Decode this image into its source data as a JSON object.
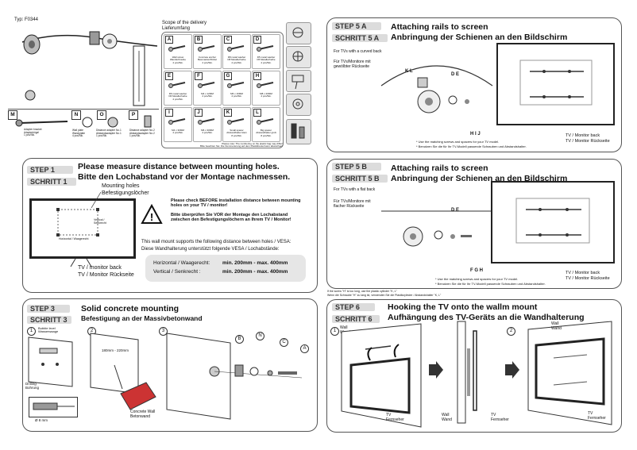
{
  "typ": "Typ: F0344",
  "scope": {
    "title": "Scope of the delivery",
    "subtitle": "Lieferumfang",
    "items": [
      {
        "letter": "A",
        "text": "Wall screw\nWandschraube\n4 pcs/Stk."
      },
      {
        "letter": "B",
        "text": "Concrete anchor\nBetonanker/Dübel\n4 pcs/Stk."
      },
      {
        "letter": "C",
        "text": "D8 metal washer\nD8 Metallscheibe\n4 pcs/Stk."
      },
      {
        "letter": "D",
        "text": "D5 metal washer\nD5 Metallscheibe\n4 pcs/Stk."
      },
      {
        "letter": "E",
        "text": "D6 metal washer\nD6 Metallscheibe\n4 pcs/Stk."
      },
      {
        "letter": "F",
        "text": "M4 x 12MM\n4 pcs/Stk."
      },
      {
        "letter": "G",
        "text": "M6 x 16MM\n4 pcs/Stk."
      },
      {
        "letter": "H",
        "text": "M8 x 20MM\n4 pcs/Stk."
      },
      {
        "letter": "I",
        "text": "M4 x 30MM\n4 pcs/Stk."
      },
      {
        "letter": "J",
        "text": "M6 x 30MM\n4 pcs/Stk."
      },
      {
        "letter": "K",
        "text": "Small spacer\nAbstandhalter klein\n8 pcs/Stk."
      },
      {
        "letter": "L",
        "text": "Big spacer\nAbstandhalter groß\n8 pcs/Stk."
      },
      {
        "letter": "M",
        "text": "Adapter bracket\nAdapterbügel\n1 pcs/Stk."
      },
      {
        "letter": "N",
        "text": "Wall plate\nWandplatte\n4 pcs/Stk."
      },
      {
        "letter": "O",
        "text": "Distance adapter No.1\nAbstandsadapter No.1\n1 pcs/Stk."
      },
      {
        "letter": "P",
        "text": "Distance adapter No.2\nAbstandsadapter No.2\n1 pcs/Stk."
      }
    ],
    "note": "Please note: The numbering on the plastic bag may differ!\nBitte beachten Sie: Die Nummerierung auf dem Plastikbeutel kann abweichen!"
  },
  "step1": {
    "label_en": "STEP 1",
    "label_de": "SCHRITT 1",
    "title_en": "Please measure distance between mounting holes.",
    "title_de": "Bitte den Lochabstand vor der Montage nachmessen.",
    "holes_en": "Mounting holes",
    "holes_de": "Befestigungslöcher",
    "vertical": "Vertical /\nSenkrecht",
    "horizontal": "Horizontal / Waagerecht",
    "tv_en": "TV / monitor back",
    "tv_de": "TV / Monitor Rückseite",
    "warn_en": "Please check BEFORE installation distance between mounting holes on your TV / monitor!",
    "warn_de": "Bitte überprüfen Sie VOR der Montage den Lochabstand zwischen den Befestigungslöchern an Ihrem TV / Monitor!",
    "support_en": "This wall mount supports the following distance between holes / VESA:",
    "support_de": "Diese Wandhalterung unterstützt folgende VESA / Lochabstände:",
    "h_label": "Horizontal / Waagerecht:",
    "h_value": "min. 200mm - max. 400mm",
    "v_label": "Vertical / Senkrecht :",
    "v_value": "min. 200mm - max. 400mm"
  },
  "step3": {
    "label_en": "STEP 3",
    "label_de": "SCHRITT 3",
    "title_en": "Solid concrete mounting",
    "title_de": "Befestigung an der Massivbetonwand",
    "num1": "1",
    "num2": "2",
    "num3": "3",
    "bubble": "Bubble level\nWasserwaage",
    "drilling": "Drilling\nBohrung",
    "diameter": "Ø 8 mm",
    "dist": "180mm - 220mm",
    "wall": "Concrete Wall\nBetonwand",
    "parts": [
      "B",
      "N",
      "C",
      "A"
    ]
  },
  "step5a": {
    "label_en": "STEP 5 A",
    "label_de": "SCHRITT 5 A",
    "title_en": "Attaching rails to screen",
    "title_de": "Anbringung der Schienen an den Bildschirm",
    "for_en": "For TVs with a curved back",
    "for_de": "Für TVs/Monitore mit\ngewölbter Rückseite",
    "parts_top": "K L",
    "parts_de": "D E",
    "parts_bottom": "H I J",
    "note_en": "* Use the matching screws and spacers for your TV model.",
    "note_de": "* Benutzen Sie die für Ihr TV-Modell passende Schrauben und Abstandshalter.",
    "tv_en": "TV / Monitor back",
    "tv_de": "TV / Monitor Rückseite"
  },
  "step5b": {
    "label_en": "STEP 5 B",
    "label_de": "SCHRITT 5 B",
    "title_en": "Attaching rails to screen",
    "title_de": "Anbringung der Schienen an den Bildschirm",
    "for_en": "For TVs with a flat back",
    "for_de": "Für TVs/Monitore mit\nflacher Rückseite",
    "parts_top": "D E",
    "parts_bottom": "F G H",
    "note_en": "* Use the matching screws and spacers for your TV model.",
    "note_de": "* Benutzen Sie die für Ihr TV-Modell passende Schrauben und Abstandshalter.",
    "tv_en": "TV / Monitor back",
    "tv_de": "TV / Monitor Rückseite",
    "foot_en": "If the screw \"H\" is too long, use the plastic cylinder \"K, L\"",
    "foot_de": "Wenn die Schraube \"H\" zu lang ist, verwenden Sie die Plastikzylinder / Abstandshalter \"K, L\""
  },
  "step6": {
    "label_en": "STEP 6",
    "label_de": "SCHRITT 6",
    "title_en": "Hooking the TV onto the wallm mount",
    "title_de": "Aufhängung des TV-Geräts an die Wandhalterung",
    "num1": "1",
    "num2": "2",
    "wall": "Wall\nWand",
    "tv": "TV\nFernseher"
  }
}
